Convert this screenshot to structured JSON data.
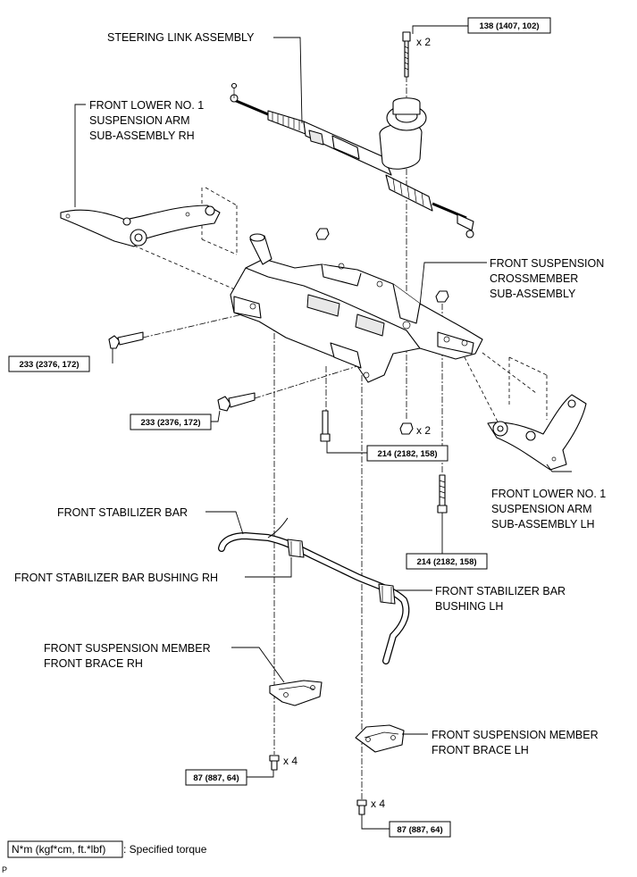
{
  "labels": {
    "steering_link": "STEERING LINK ASSEMBLY",
    "lower_arm_rh": [
      "FRONT LOWER NO. 1",
      "SUSPENSION ARM",
      "SUB-ASSEMBLY RH"
    ],
    "crossmember": [
      "FRONT SUSPENSION",
      "CROSSMEMBER",
      "SUB-ASSEMBLY"
    ],
    "lower_arm_lh": [
      "FRONT LOWER NO. 1",
      "SUSPENSION ARM",
      "SUB-ASSEMBLY LH"
    ],
    "stabilizer_bar": "FRONT STABILIZER BAR",
    "bushing_rh": "FRONT STABILIZER BAR BUSHING RH",
    "bushing_lh": [
      "FRONT STABILIZER BAR",
      "BUSHING LH"
    ],
    "brace_rh": [
      "FRONT SUSPENSION MEMBER",
      "FRONT BRACE RH"
    ],
    "brace_lh": [
      "FRONT SUSPENSION MEMBER",
      "FRONT BRACE LH"
    ]
  },
  "torques": {
    "steering_bolt": "138 (1407, 102)",
    "arm_bolt_rh_upper": "233 (2376, 172)",
    "arm_bolt_rh_lower": "233 (2376, 172)",
    "center_bolt": "214 (2182, 158)",
    "lh_bolt": "214 (2182, 158)",
    "brace_rh_bolt": "87 (887, 64)",
    "brace_lh_bolt": "87 (887, 64)"
  },
  "quantities": {
    "steering_bolt": "x 2",
    "nut": "x 2",
    "brace_rh_bolt": "x 4",
    "brace_lh_bolt": "x 4"
  },
  "legend": {
    "unit": "N*m (kgf*cm, ft.*lbf)",
    "text": ": Specified torque"
  },
  "corner_mark": "P"
}
